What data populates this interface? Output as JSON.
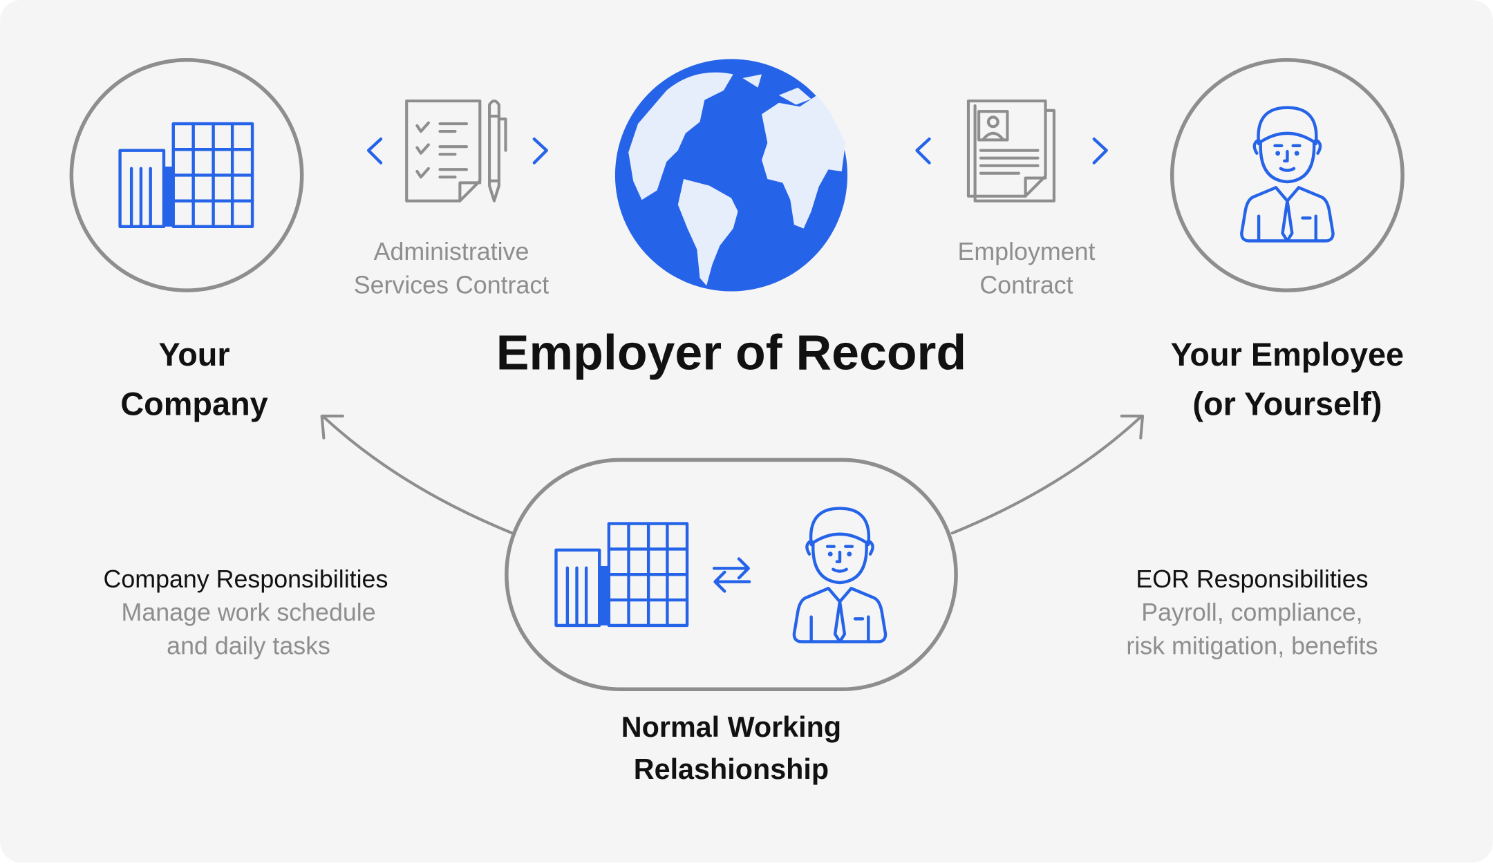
{
  "colors": {
    "background": "#f5f5f5",
    "accent": "#2563e8",
    "ring": "#8e8e8e",
    "text": "#111111",
    "muted": "#8e8e8e"
  },
  "title": "Employer of Record",
  "left_party": {
    "line1": "Your",
    "line2": "Company"
  },
  "right_party": {
    "line1": "Your Employee",
    "line2": "(or Yourself)"
  },
  "admin_contract": {
    "line1": "Administrative",
    "line2": "Services Contract"
  },
  "employment_contract": {
    "line1": "Employment",
    "line2": "Contract"
  },
  "company_responsibilities": {
    "heading": "Company Responsibilities",
    "line1": "Manage work schedule",
    "line2": "and daily tasks"
  },
  "eor_responsibilities": {
    "heading": "EOR Responsibilities",
    "line1": "Payroll, compliance,",
    "line2": "risk mitigation, benefits"
  },
  "relationship": {
    "line1": "Normal Working",
    "line2": "Relashionship"
  },
  "icons": [
    "building-icon",
    "globe-icon",
    "employee-icon",
    "checklist-contract-icon",
    "pen-icon",
    "id-document-icon",
    "chevron-left-icon",
    "chevron-right-icon",
    "swap-arrows-icon",
    "curved-arrow-icon"
  ]
}
